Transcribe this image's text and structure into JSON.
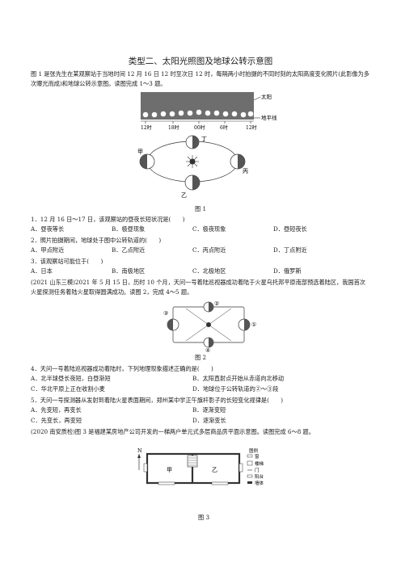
{
  "title": "类型二、太阳光照图及地球公转示意图",
  "intro1": "图 1 是张先生在某观察站于当地时间 12 月 16 日 12 时至次日 12 时，每隔两小时拍摄的不同时刻的太阳高度变化照片(此影像为多次曝光而成)和地球公转示意图。读图完成 1～3 题。",
  "fig1": {
    "sun_label": "太阳",
    "horizon_label": "地平线",
    "ticks": [
      "12时",
      "18时",
      "00时",
      "6时",
      "12时"
    ],
    "jia": "甲",
    "yi": "乙",
    "bing": "丙",
    "ding": "丁",
    "caption": "图 1"
  },
  "q1": "1．12 月 16 日～17 日，该观察站的昼夜长短状况是(　　)",
  "q1_opts": [
    "A．昼夜等长",
    "B．极昼现象",
    "C．极夜现象",
    "D．昼短夜长"
  ],
  "q2": "2．照片拍摄期间，地球处于图中公转轨道的(　　)",
  "q2_opts": [
    "A．甲点附近",
    "B．乙点附近",
    "C．丙点附近",
    "D．丁点附近"
  ],
  "q3": "3．该观察站可能位于(　　)",
  "q3_opts": [
    "A．日本",
    "B．南极地区",
    "C．北极地区",
    "D．俄罗斯"
  ],
  "intro2": "(2021 山东三模)2021 年 5 月 15 日，历时 10 个月，天问一号着陆巡视器成功着陆于火星乌托邦平原南部预选着陆区，我国首次火星探测任务着陆火星取得圆满成功。读图 2，完成 4～5 题。",
  "fig2": {
    "n1": "①",
    "n2": "②",
    "n3": "③",
    "n4": "④",
    "caption": "图 2"
  },
  "q4": "4．天问一号着陆巡视器成功着陆时，下列地理现象描述正确的是(　　)",
  "q4_opts": [
    "A．北半球昼长夜短，白昼渐短",
    "B．太阳直射点开始从赤道向北移动",
    "C．华北平原上正在收割小麦",
    "D．地球位于公转轨道的②～③段"
  ],
  "q5": "5．天问一号探测器从发射到着陆火星表面期间，郑州某中学正午旗杆影子的长短变化规律是(　　)",
  "q5_opts": [
    "A．先变短，再变长",
    "B．逐渐变短",
    "C．先变长，再变短",
    "D．逐渐变长"
  ],
  "intro3": "(2020 南安质检)图 3 是福建某房地产公司开发的一梯两户单元式多层商品房平面示意图。读图完成 6～8 题。",
  "fig3": {
    "north": "N",
    "jia": "甲",
    "yi": "乙",
    "legend_title": "图例",
    "legend": [
      "窗",
      "楼梯",
      "门",
      "阳台",
      "墙体"
    ],
    "caption": "图 3"
  }
}
